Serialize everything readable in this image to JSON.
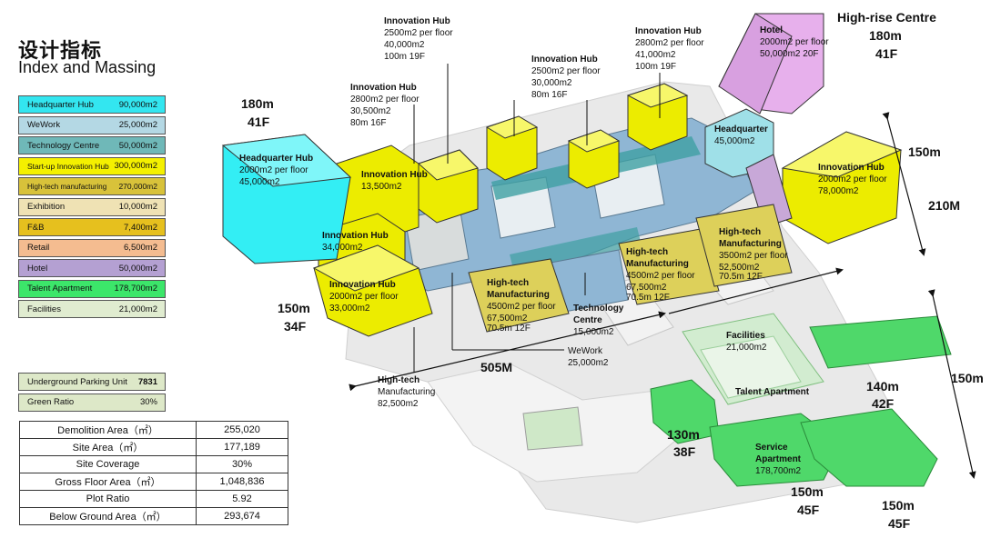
{
  "title": {
    "cn": "设计指标",
    "en": "Index and Massing"
  },
  "legend": [
    {
      "name": "Headquarter Hub",
      "value": "90,000m2",
      "color": "#33e6f0"
    },
    {
      "name": "WeWork",
      "value": "25,000m2",
      "color": "#b4d8e4"
    },
    {
      "name": "Technology Centre",
      "value": "50,000m2",
      "color": "#6fb8b8"
    },
    {
      "name": "Start-up Innovation Hub",
      "value": "300,000m2",
      "color": "#f4f000"
    },
    {
      "name": "High-tech manufacturing",
      "value": "270,000m2",
      "color": "#d8c23a"
    },
    {
      "name": "Exhibition",
      "value": "10,000m2",
      "color": "#efe2b4"
    },
    {
      "name": "F&B",
      "value": "7,400m2",
      "color": "#e6c01e"
    },
    {
      "name": "Retail",
      "value": "6,500m2",
      "color": "#f4bc90"
    },
    {
      "name": "Hotel",
      "value": "50,000m2",
      "color": "#b4a0d2"
    },
    {
      "name": "Talent Apartment",
      "value": "178,700m2",
      "color": "#3ce66a"
    },
    {
      "name": "Facilities",
      "value": "21,000m2",
      "color": "#e0ecd0"
    }
  ],
  "stats": [
    {
      "name": "Underground Parking Unit",
      "value": "7831"
    },
    {
      "name": "Green Ratio",
      "value": "30%"
    }
  ],
  "summary": [
    {
      "label": "Demolition Area（㎡）",
      "value": "255,020"
    },
    {
      "label": "Site Area（㎡）",
      "value": "177,189"
    },
    {
      "label": "Site Coverage",
      "value": "30%"
    },
    {
      "label": "Gross Floor Area（㎡）",
      "value": "1,048,836"
    },
    {
      "label": "Plot Ratio",
      "value": "5.92"
    },
    {
      "label": "Below Ground Area（㎡）",
      "value": "293,674"
    }
  ],
  "labels": {
    "ih1": [
      "Innovation Hub",
      "2500m2 per floor",
      "40,000m2",
      "100m 19F"
    ],
    "ih2": [
      "Innovation Hub",
      "2800m2 per floor",
      "30,500m2",
      "80m 16F"
    ],
    "ih3": [
      "Innovation Hub",
      "2500m2 per floor",
      "30,000m2",
      "80m 16F"
    ],
    "ih4": [
      "Innovation Hub",
      "2800m2 per floor",
      "41,000m2",
      "100m 19F"
    ],
    "hotel": [
      "Hotel",
      "2000m2 per floor",
      "50,000m2 20F"
    ],
    "hq_hub": [
      "Headquarter Hub",
      "2000m2 per floor",
      "45,000m2"
    ],
    "ih_13500": [
      "Innovation Hub",
      "13,500m2"
    ],
    "ih_34000": [
      "Innovation Hub",
      "34,000m2"
    ],
    "ih_33000": [
      "Innovation Hub",
      "2000m2 per floor",
      "33,000m2"
    ],
    "hq": [
      "Headquarter",
      "45,000m2"
    ],
    "ih_78000": [
      "Innovation Hub",
      "2000m2 per floor",
      "78,000m2"
    ],
    "ht_52500": [
      "High-tech",
      "Manufacturing",
      "3500m2 per floor",
      "52,500m2",
      "70.5m 12F"
    ],
    "ht_67500a": [
      "High-tech",
      "Manufacturing",
      "4500m2 per floor",
      "67,500m2",
      "70.5m 12F"
    ],
    "ht_67500b": [
      "High-tech",
      "Manufacturing",
      "4500m2 per floor",
      "67,500m2",
      "70.5m 12F"
    ],
    "tech": [
      "Technology",
      "Centre",
      "15,000m2"
    ],
    "wework": [
      "WeWork",
      "25,000m2"
    ],
    "ht_82500": [
      "High-tech",
      "Manufacturing",
      "82,500m2"
    ],
    "facilities": [
      "Facilities",
      "21,000m2"
    ],
    "talent": "Talent Apartment",
    "service": [
      "Service",
      "Apartment",
      "178,700m2"
    ]
  },
  "dims": {
    "d180_left": [
      "180m",
      "41F"
    ],
    "d150_left": [
      "150m",
      "34F"
    ],
    "highrise": [
      "High-rise Centre",
      "180m",
      "41F"
    ],
    "d150_right": "150m",
    "d210": "210M",
    "d505": "505M",
    "d150_far": "150m",
    "d140": [
      "140m",
      "42F"
    ],
    "d130": [
      "130m",
      "38F"
    ],
    "d150_a": [
      "150m",
      "45F"
    ],
    "d150_b": [
      "150m",
      "45F"
    ]
  }
}
